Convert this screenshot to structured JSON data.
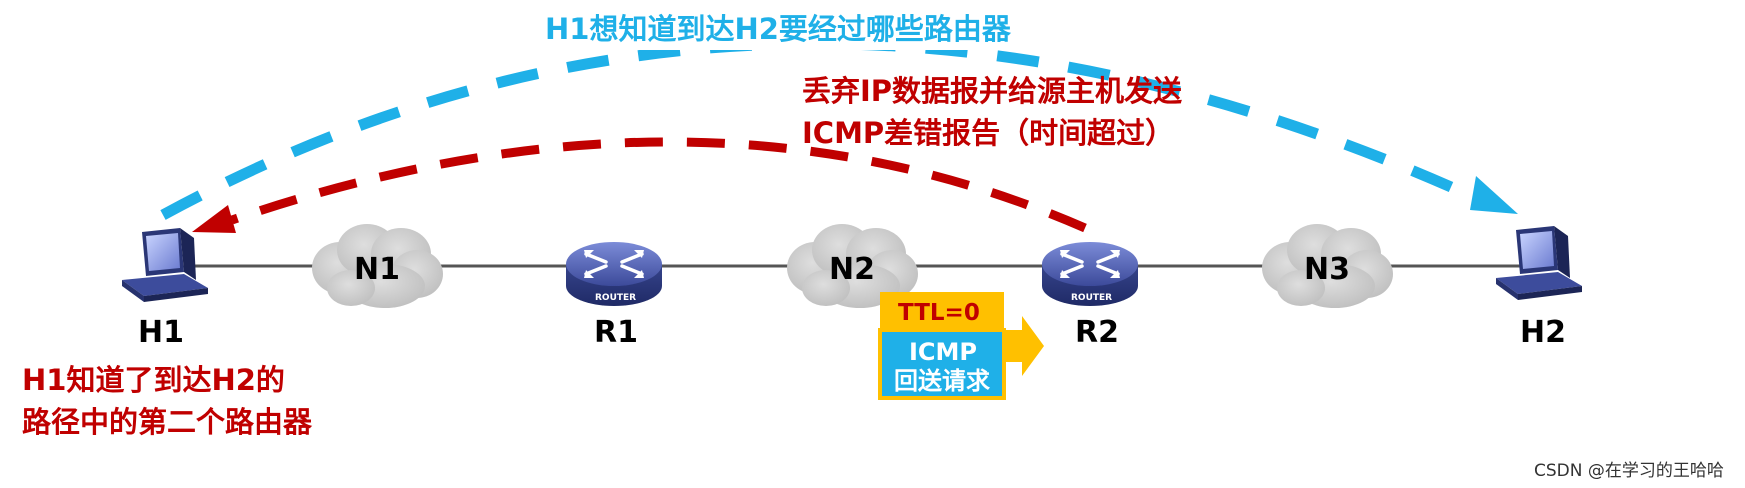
{
  "hosts": {
    "h1": {
      "label": "H1"
    },
    "h2": {
      "label": "H2"
    }
  },
  "routers": {
    "r1": {
      "label": "R1",
      "badge": "ROUTER"
    },
    "r2": {
      "label": "R2",
      "badge": "ROUTER"
    }
  },
  "networks": {
    "n1": {
      "label": "N1"
    },
    "n2": {
      "label": "N2"
    },
    "n3": {
      "label": "N3"
    }
  },
  "annotations": {
    "blue_question": "H1想知道到达H2要经过哪些路由器",
    "red_reply_line1": "丢弃IP数据报并给源主机发送",
    "red_reply_line2": "ICMP差错报告（时间超过）",
    "conclusion_line1": "H1知道了到达H2的",
    "conclusion_line2": "路径中的第二个路由器"
  },
  "packet": {
    "ttl": "TTL=0",
    "icmp_line1": "ICMP",
    "icmp_line2": "回送请求"
  },
  "watermark": "CSDN @在学习的王哈哈",
  "colors": {
    "blue_arrow": "#1fb0e8",
    "red_arrow": "#c00000",
    "link_line": "#555555",
    "cloud": "#c8c8c8",
    "router": "#3f4fa0",
    "ttl_bg": "#ffc000",
    "icmp_bg": "#1fb0e8",
    "packet_arrow": "#ffc000"
  }
}
